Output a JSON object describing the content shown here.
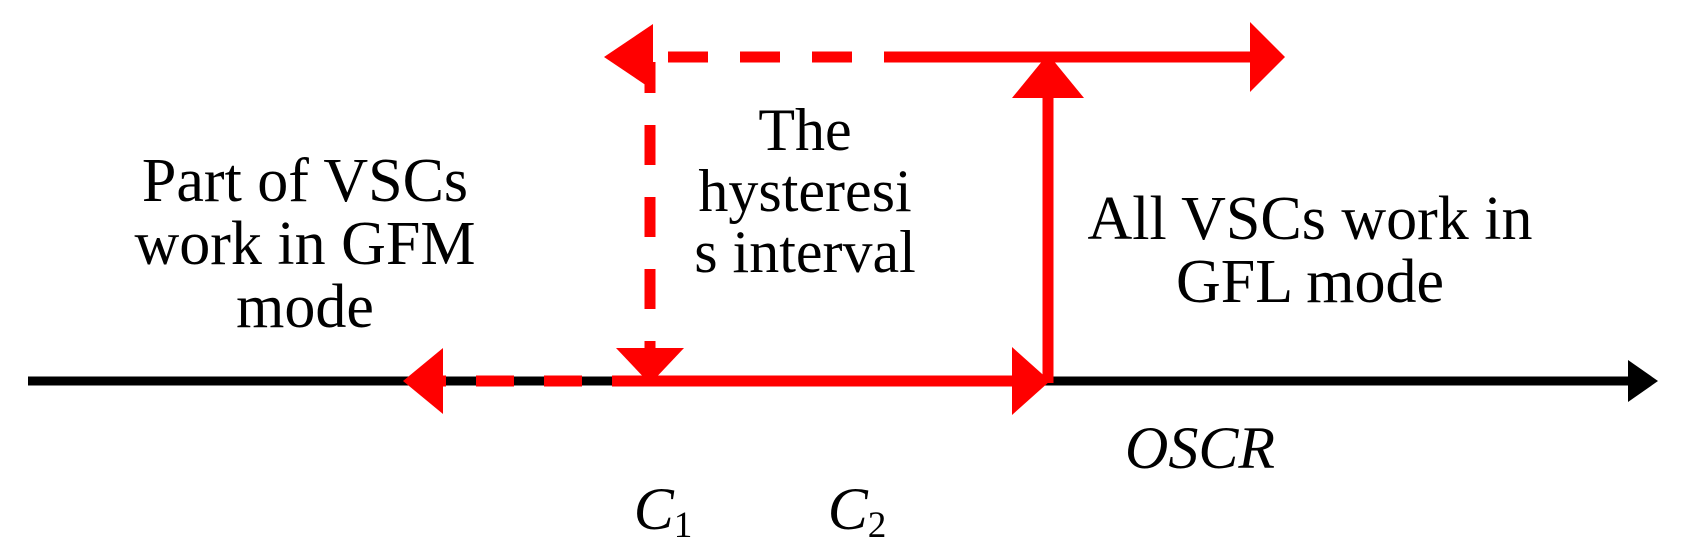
{
  "figure": {
    "type": "annotated-number-line-diagram",
    "background_color": "#ffffff",
    "axis_color": "#000000",
    "highlight_color": "#FF0000"
  },
  "labels": {
    "left_region": "Part of VSCs\nwork in GFM\nmode",
    "middle_region": "The\nhysteresi\ns interval",
    "right_region": "All VSCs work in\nGFL mode"
  },
  "axis": {
    "name": "OSCR",
    "name_style": "italic",
    "ticks": [
      {
        "base": "C",
        "subscript": "1"
      },
      {
        "base": "C",
        "subscript": "2"
      }
    ]
  },
  "annotations": {
    "dashed_path_name": "hysteresis-return-path",
    "solid_path_name": "hysteresis-forward-path",
    "dash_pattern": "dashed",
    "arrow_directions": [
      "left",
      "up",
      "right",
      "down"
    ]
  }
}
